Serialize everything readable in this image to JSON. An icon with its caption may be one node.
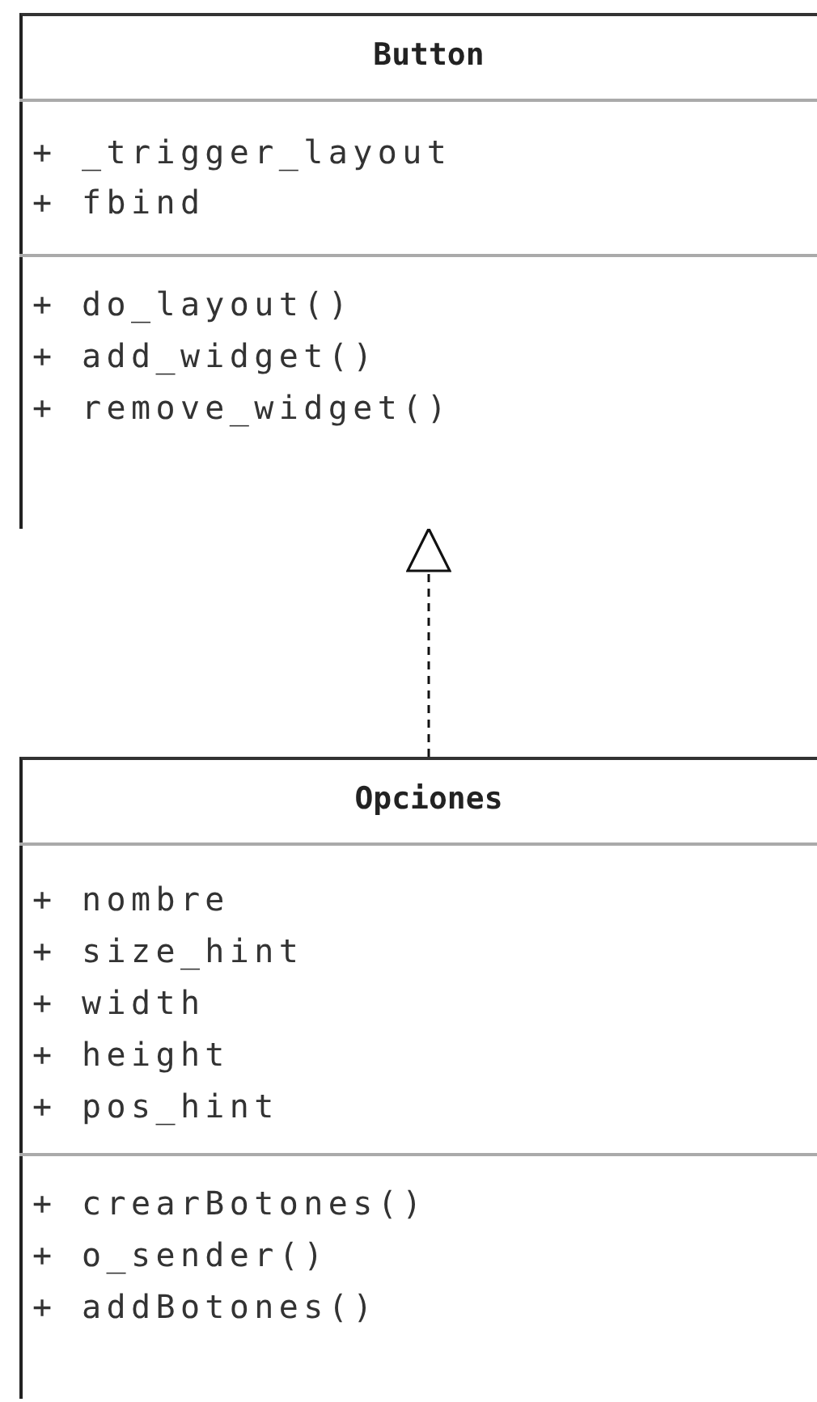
{
  "diagram": {
    "nodes": [
      {
        "text": [
          "Button"
        ]
      },
      {
        "text": [
          "+ _trigger_layout",
          "+ fbind"
        ],
        "in": 0
      },
      {
        "text": [
          "+ do_layout()",
          "+ add_widget()",
          "+ remove_widget()"
        ],
        "in": 0
      },
      {
        "text": [
          "Opciones"
        ]
      },
      {
        "text": [
          "+ nombre",
          "+ size_hint",
          "+ width",
          "+ height",
          "+ pos_hint"
        ],
        "in": 3
      },
      {
        "text": [
          "+ crearBotones()",
          "+ o_sender()",
          "+ addBotones()"
        ],
        "in": 3
      }
    ],
    "edges": [
      {
        "from": 3,
        "to": 0,
        "arrow": "to",
        "style": "dashed"
      }
    ]
  }
}
